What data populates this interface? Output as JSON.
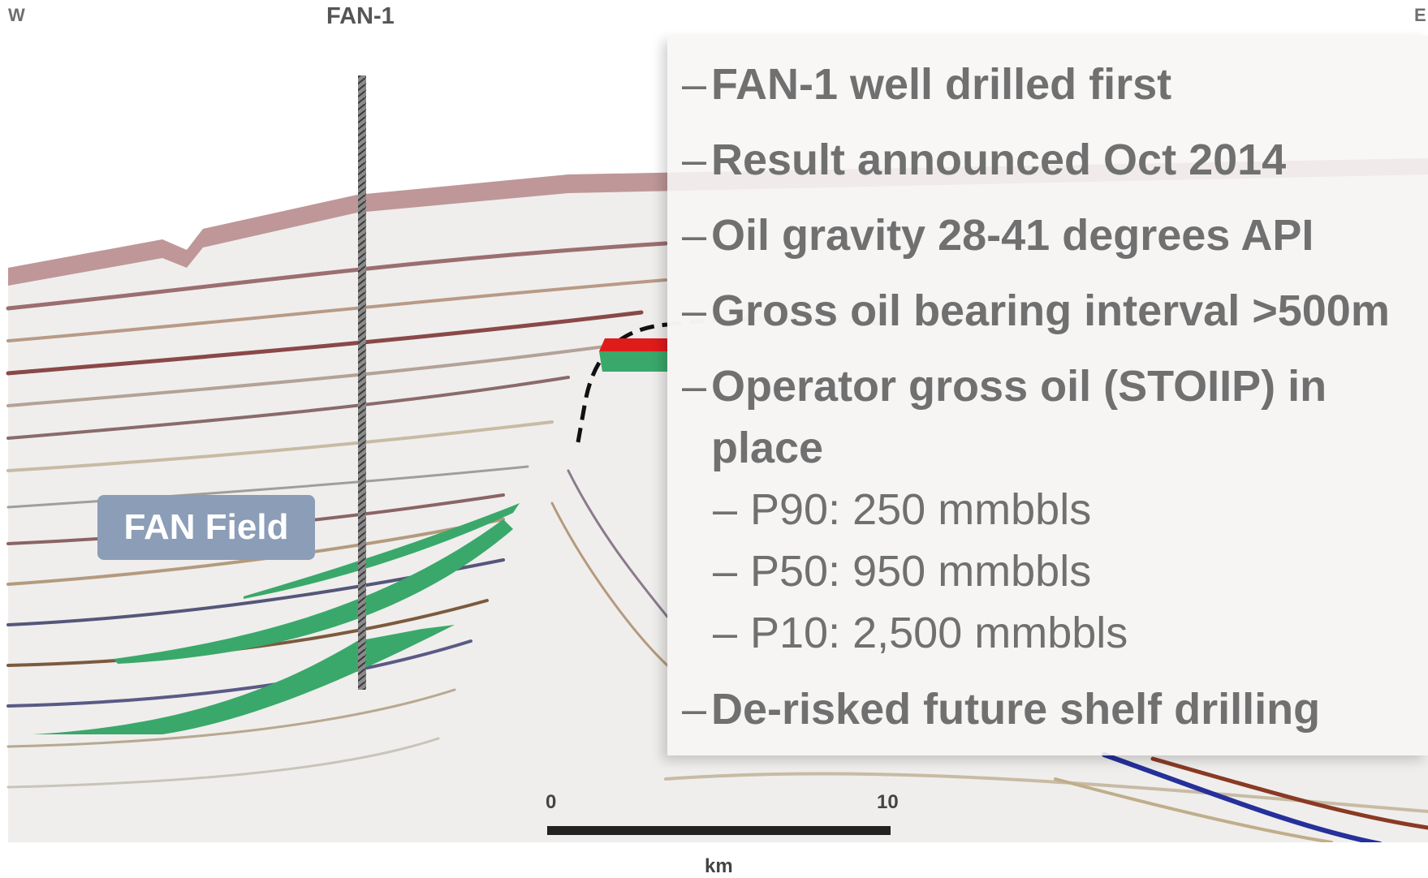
{
  "direction": {
    "west": "W",
    "east": "E"
  },
  "well": {
    "name": "FAN-1"
  },
  "field": {
    "name": "FAN Field"
  },
  "scale": {
    "start": "0",
    "end": "10",
    "unit": "km"
  },
  "bullets": [
    {
      "text": "FAN-1 well drilled first"
    },
    {
      "text": "Result announced Oct 2014"
    },
    {
      "text": "Oil gravity 28-41 degrees API"
    },
    {
      "text": "Gross oil bearing interval >500m"
    },
    {
      "text_line1": "Operator gross oil (STOIIP) in",
      "text_line2": "place"
    },
    {
      "text": "De-risked future shelf drilling"
    }
  ],
  "sub_bullets": [
    {
      "text": "P90: 250 mmbbls"
    },
    {
      "text": "P50: 950 mmbbls"
    },
    {
      "text": "P10: 2,500 mmbbls"
    }
  ],
  "bullet_marker": "–",
  "colors": {
    "reservoir": "#3aa86a",
    "oil_zone": "#e01b1b",
    "panel": "#f7f6f5",
    "field_label": "#8b9db7",
    "text": "#707070"
  }
}
